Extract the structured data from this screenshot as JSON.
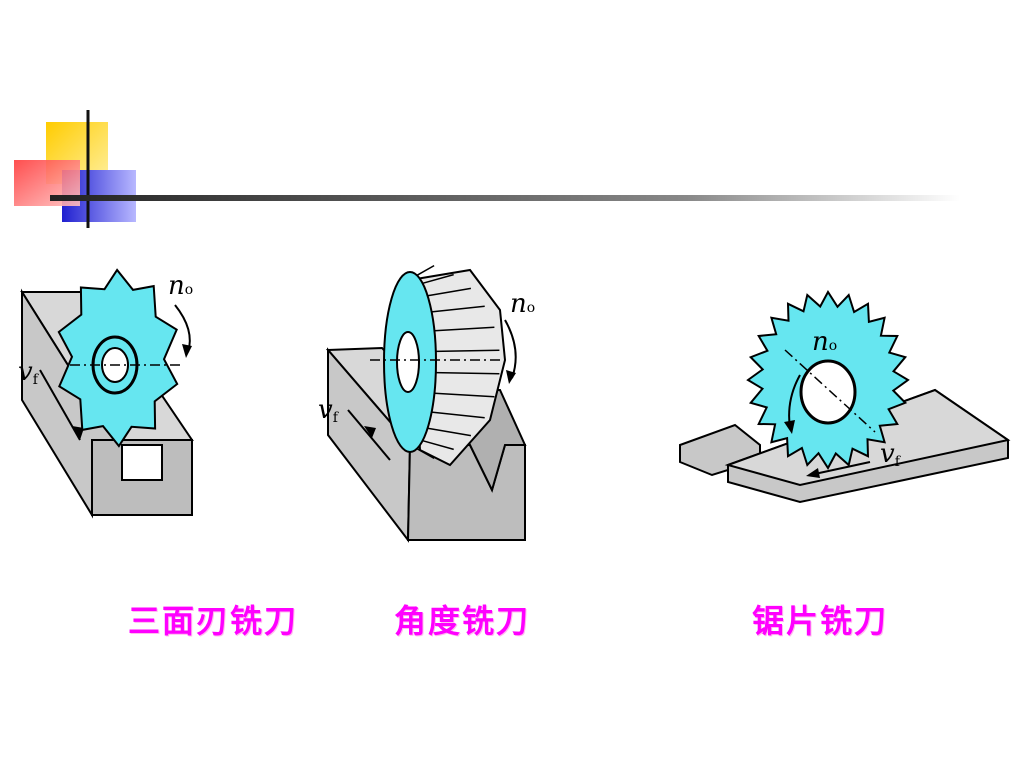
{
  "figures": [
    {
      "caption": "三面刃铣刀",
      "rotation_label": "n",
      "rotation_sub": "o",
      "feed_label": "v",
      "feed_sub": "f"
    },
    {
      "caption": "角度铣刀",
      "rotation_label": "n",
      "rotation_sub": "o",
      "feed_label": "v",
      "feed_sub": "f"
    },
    {
      "caption": "锯片铣刀",
      "rotation_label": "n",
      "rotation_sub": "o",
      "feed_label": "v",
      "feed_sub": "f"
    }
  ],
  "colors": {
    "cutter": "#66e6f0",
    "workpiece": "#c8c8c8",
    "caption": "#ff00ff",
    "accent_yellow": "#ffd31a",
    "accent_red": "#ff4d4d",
    "accent_blue": "#2c2cd9"
  }
}
